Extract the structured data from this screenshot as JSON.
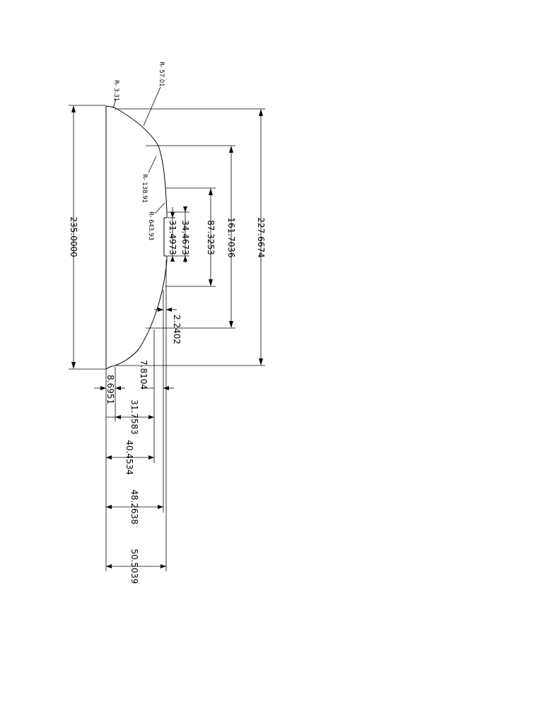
{
  "radius_labels": {
    "r1": "R- 57.01",
    "r2": "R- 3.31",
    "r3": "R- 138.91",
    "r4": "R- 643.93"
  },
  "dimensions": {
    "d_total_height": "235.0000",
    "d_right_outer": "227.6674",
    "d_right_mid": "161.7036",
    "d_right_inner": "87.3253",
    "d_step_a": "34.4673",
    "d_step_b": "31.4973",
    "d_small_offset": "2.2402",
    "d_small_x": "7.8104",
    "d_base_step": "8.6951",
    "d_width_1": "31.7583",
    "d_width_2": "40.4534",
    "d_width_3": "48.2638",
    "d_width_4": "50.5039"
  }
}
